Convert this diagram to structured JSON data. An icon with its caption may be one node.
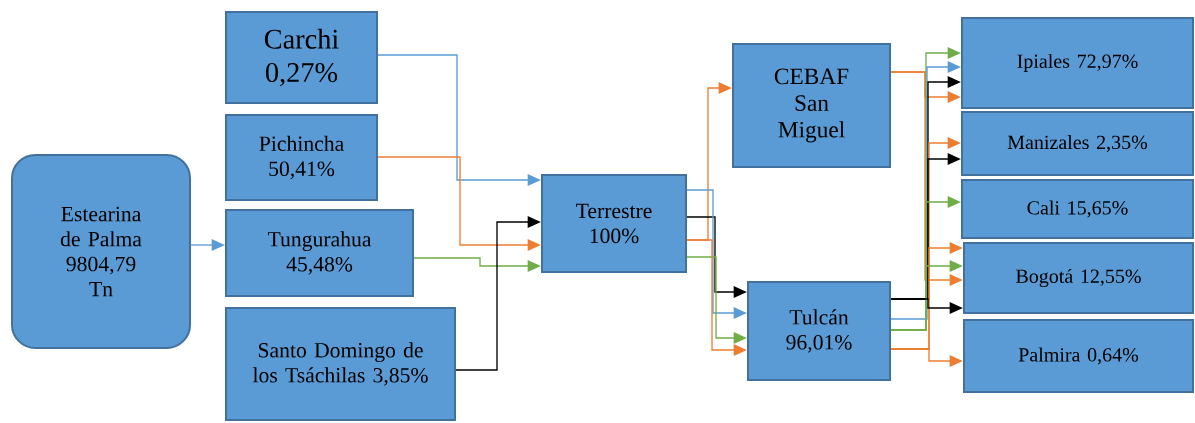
{
  "diagram": {
    "nodes": [
      {
        "text": [
          "Estearina de Palma 9804,79 Tn"
        ]
      },
      {
        "text": [
          "Carchi 0,27%"
        ]
      },
      {
        "text": [
          "Pichincha 50,41%"
        ]
      },
      {
        "text": [
          "Tungurahua 45,48%"
        ]
      },
      {
        "text": [
          "Santo Domingo de los Tsáchilas 3,85%"
        ]
      },
      {
        "text": [
          "Terrestre 100%"
        ]
      },
      {
        "text": [
          "CEBAF San Miguel"
        ]
      },
      {
        "text": [
          "Tulcán 96,01%"
        ]
      },
      {
        "text": [
          "Ipiales 72,97%"
        ]
      },
      {
        "text": [
          "Manizales 2,35%"
        ]
      },
      {
        "text": [
          "Cali 15,65%"
        ]
      },
      {
        "text": [
          "Bogotá 12,55%"
        ]
      },
      {
        "text": [
          "Palmira 0,64%"
        ]
      }
    ],
    "edges": [
      {
        "from": 0,
        "to": 3,
        "arrow": "to",
        "color": "#5b9bd5"
      },
      {
        "from": 1,
        "to": 5,
        "arrow": "to",
        "color": "#5b9bd5"
      },
      {
        "from": 2,
        "to": 5,
        "arrow": "to",
        "color": "#ed7d31"
      },
      {
        "from": 3,
        "to": 5,
        "arrow": "to",
        "color": "#70ad47"
      },
      {
        "from": 4,
        "to": 5,
        "arrow": "to",
        "color": "#000000"
      },
      {
        "from": 5,
        "to": 6,
        "arrow": "to",
        "color": "#ed7d31"
      },
      {
        "from": 5,
        "to": 7,
        "arrow": "to",
        "color": "#000000"
      },
      {
        "from": 5,
        "to": 7,
        "arrow": "to",
        "color": "#5b9bd5"
      },
      {
        "from": 5,
        "to": 7,
        "arrow": "to",
        "color": "#70ad47"
      },
      {
        "from": 5,
        "to": 7,
        "arrow": "to",
        "color": "#ed7d31"
      },
      {
        "from": 6,
        "to": 8,
        "arrow": "to",
        "color": "#ed7d31"
      },
      {
        "from": 6,
        "to": 11,
        "arrow": "to",
        "color": "#ed7d31"
      },
      {
        "from": 7,
        "to": 8,
        "arrow": "to",
        "color": "#70ad47"
      },
      {
        "from": 7,
        "to": 8,
        "arrow": "to",
        "color": "#5b9bd5"
      },
      {
        "from": 7,
        "to": 8,
        "arrow": "to",
        "color": "#000000"
      },
      {
        "from": 7,
        "to": 9,
        "arrow": "to",
        "color": "#ed7d31"
      },
      {
        "from": 7,
        "to": 9,
        "arrow": "to",
        "color": "#000000"
      },
      {
        "from": 7,
        "to": 10,
        "arrow": "to",
        "color": "#70ad47"
      },
      {
        "from": 7,
        "to": 11,
        "arrow": "to",
        "color": "#ed7d31"
      },
      {
        "from": 7,
        "to": 11,
        "arrow": "to",
        "color": "#70ad47"
      },
      {
        "from": 7,
        "to": 11,
        "arrow": "to",
        "color": "#000000"
      },
      {
        "from": 7,
        "to": 12,
        "arrow": "to",
        "color": "#ed7d31"
      }
    ]
  }
}
